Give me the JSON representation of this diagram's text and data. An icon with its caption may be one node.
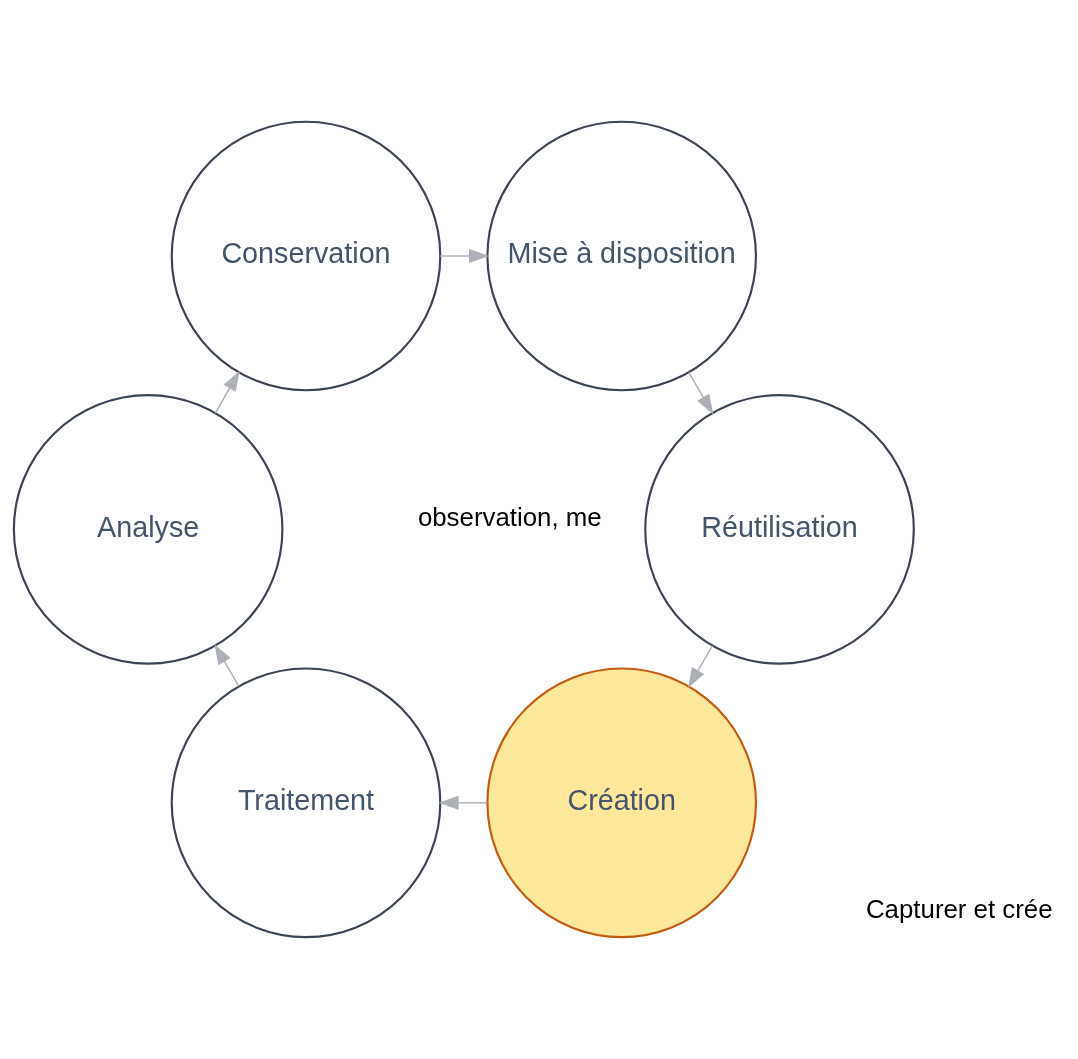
{
  "diagram": {
    "nodes": [
      {
        "text": [
          "Création"
        ]
      },
      {
        "text": [
          "Traitement"
        ]
      },
      {
        "text": [
          "Analyse"
        ]
      },
      {
        "text": [
          "Conservation"
        ]
      },
      {
        "text": [
          "Mise à disposition"
        ]
      },
      {
        "text": [
          "Réutilisation"
        ]
      }
    ],
    "edges": [
      {
        "from": 0,
        "to": 1,
        "arrow": "to"
      },
      {
        "from": 1,
        "to": 2,
        "arrow": "to"
      },
      {
        "from": 2,
        "to": 3,
        "arrow": "to"
      },
      {
        "from": 3,
        "to": 4,
        "arrow": "to"
      },
      {
        "from": 4,
        "to": 5,
        "arrow": "to"
      },
      {
        "from": 5,
        "to": 0,
        "arrow": "to"
      }
    ],
    "labels": [
      "observation, me",
      "Capturer et crée"
    ]
  }
}
